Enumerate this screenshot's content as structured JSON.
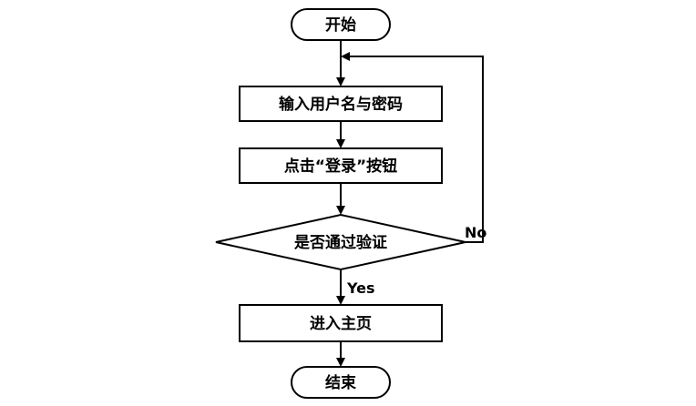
{
  "nodes": {
    "start": "开始",
    "input": "输入用户名与密码",
    "click_login": "点击“登录”按钮",
    "decision": "是否通过验证",
    "enter_home": "进入主页",
    "end": "结束"
  },
  "edges": {
    "yes_label": "Yes",
    "no_label": "No"
  }
}
